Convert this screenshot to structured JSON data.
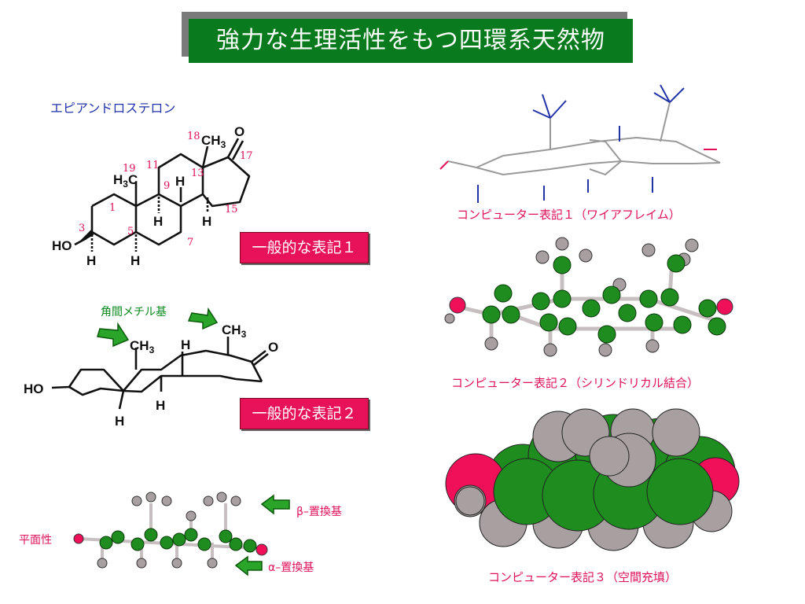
{
  "title": "強力な生理活性をもつ四環系天然物",
  "compound_name": "エピアンドロステロン",
  "box1": "一般的な表記１",
  "box2": "一般的な表記２",
  "angular_methyl": "角間メチル基",
  "planar": "平面性",
  "beta": "β–置換基",
  "alpha": "α–置換基",
  "cap1": "コンピューター表記１（ワイアフレイム）",
  "cap2": "コンピューター表記２（シリンドリカル結合）",
  "cap3": "コンピューター表記３（空間充填）",
  "atoms": {
    "ho": "HO",
    "h": "H",
    "o": "O",
    "ch3": "CH",
    "ch3_sub": "3",
    "h3c": "H",
    "h3c_sub": "3",
    "h3c_c": "C"
  },
  "locants": {
    "n1": "1",
    "n3": "3",
    "n5": "5",
    "n7": "7",
    "n9": "9",
    "n11": "11",
    "n13": "13",
    "n15": "15",
    "n17": "17",
    "n18": "18",
    "n19": "19"
  },
  "colors": {
    "title_bg": "#0a7a1e",
    "box_bg": "#e8125a",
    "carbon": "#1e8c1e",
    "hydrogen": "#a8a0a0",
    "oxygen": "#f0105a"
  }
}
